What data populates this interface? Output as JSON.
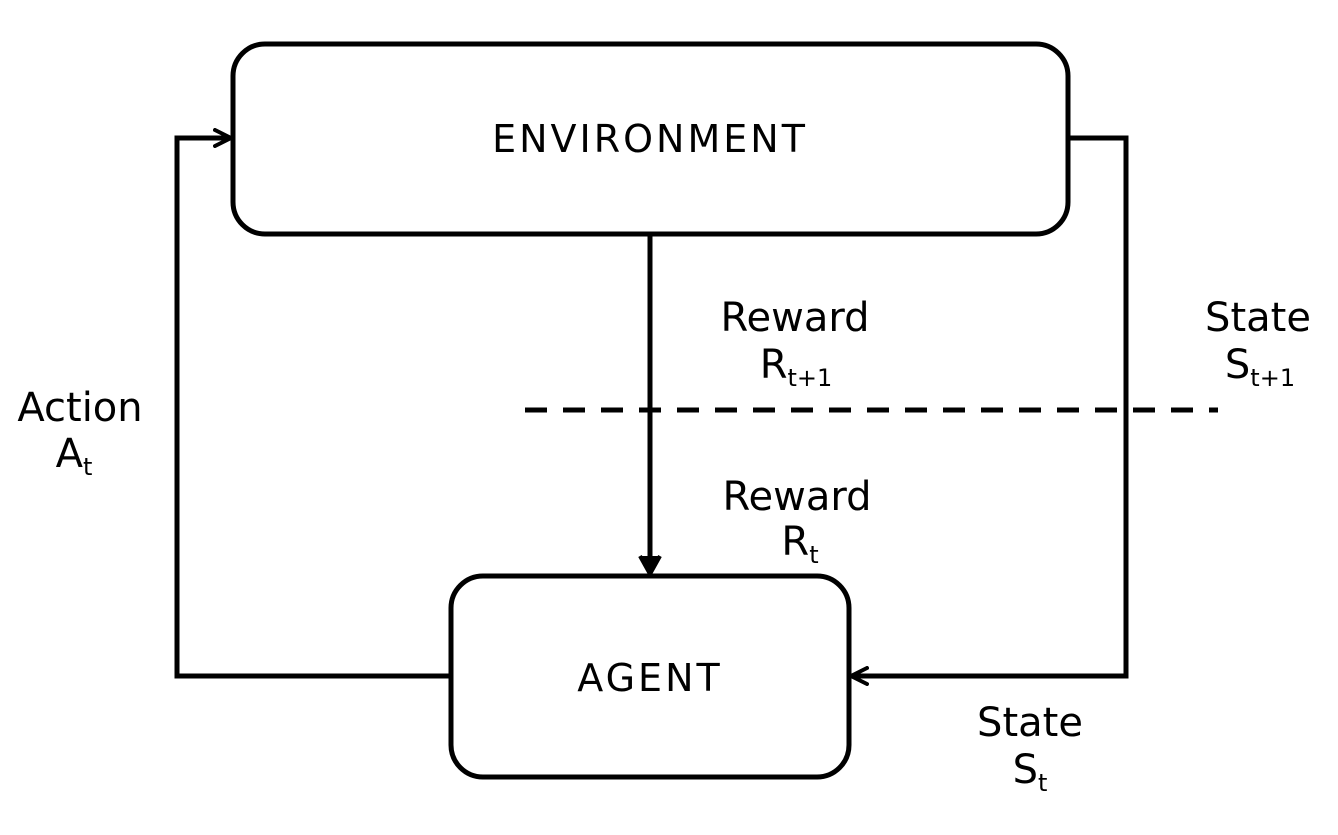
{
  "diagram": {
    "title": "Agent-Environment Interaction Loop",
    "nodes": {
      "environment": "ENVIRONMENT",
      "agent": "AGENT"
    },
    "labels": {
      "action": {
        "word": "Action",
        "symbol": "A",
        "subscript": "t"
      },
      "reward_next": {
        "word": "Reward",
        "symbol": "R",
        "subscript": "t+1"
      },
      "reward_current": {
        "word": "Reward",
        "symbol": "R",
        "subscript": "t"
      },
      "state_next": {
        "word": "State",
        "symbol": "S",
        "subscript": "t+1"
      },
      "state_current": {
        "word": "State",
        "symbol": "S",
        "subscript": "t"
      }
    },
    "edges": [
      {
        "from": "agent",
        "to": "environment",
        "label": "action"
      },
      {
        "from": "environment",
        "to": "agent",
        "label": "reward"
      },
      {
        "from": "environment",
        "to": "agent",
        "label": "state"
      }
    ],
    "colors": {
      "stroke": "#000000",
      "background": "#ffffff"
    }
  }
}
